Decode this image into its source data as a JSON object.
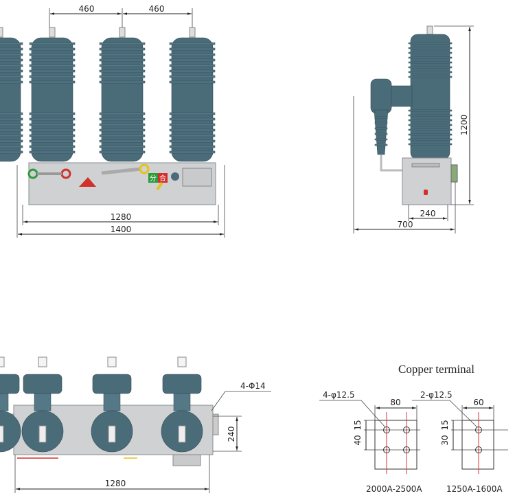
{
  "front_view": {
    "dim_phase_spacing_left": "460",
    "dim_phase_spacing_right": "460",
    "dim_mount_width": "1280",
    "dim_overall_width": "1400",
    "indicator_open": "分",
    "indicator_close": "合"
  },
  "side_view": {
    "dim_height": "1200",
    "dim_box_depth": "240",
    "dim_overall_depth": "700"
  },
  "top_view": {
    "dim_mount_width": "1280",
    "dim_mount_depth": "240",
    "mount_holes_label": "4-Φ14"
  },
  "copper_terminal": {
    "title": "Copper terminal",
    "large": {
      "holes_label": "4-φ12.5",
      "dim_width": "80",
      "dim_top_offset": "15",
      "dim_hole_spacing": "40",
      "rating": "2000A-2500A"
    },
    "small": {
      "holes_label": "2-φ12.5",
      "dim_width": "60",
      "dim_top_offset": "15",
      "dim_hole_spacing": "30",
      "rating": "1250A-1600A"
    }
  },
  "colors": {
    "porcelain": "#4a6b78",
    "housing": "#cfd1d3",
    "open_green": "#2e9a3c",
    "close_red": "#d0312d"
  }
}
